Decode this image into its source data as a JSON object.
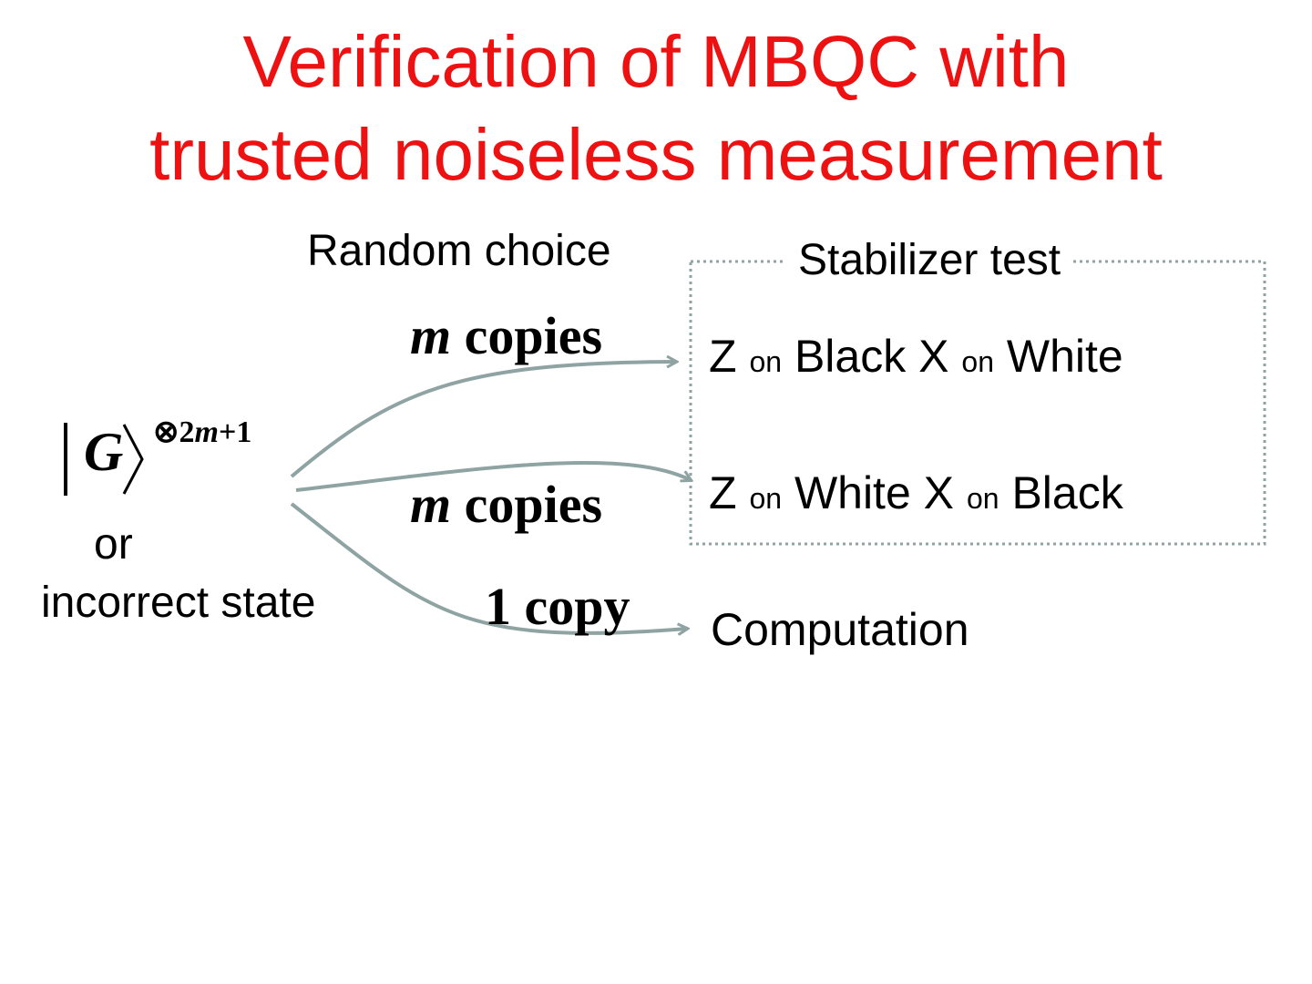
{
  "title": {
    "line1": "Verification of MBQC with",
    "line2": "trusted noiseless measurement"
  },
  "labels": {
    "random_choice": "Random choice",
    "stabilizer_test": "Stabilizer test",
    "copies_1_var": "m",
    "copies_1_text": "copies",
    "copies_2_var": "m",
    "copies_2_text": "copies",
    "copy_3_text": "1 copy",
    "state_ket": "G",
    "state_exp_prefix": "⊗2",
    "state_exp_var": "m",
    "state_exp_suffix": "+1",
    "or": "or",
    "incorrect_state": "incorrect state",
    "test1": {
      "z": "Z",
      "on1": "on",
      "a": "Black",
      "x": "X",
      "on2": "on",
      "b": "White"
    },
    "test2": {
      "z": "Z",
      "on1": "on",
      "a": "White",
      "x": "X",
      "on2": "on",
      "b": "Black"
    },
    "computation": "Computation"
  },
  "colors": {
    "title": "#ee1111",
    "arrow": "#8fa3a3",
    "box_border": "#8fa3a3"
  }
}
